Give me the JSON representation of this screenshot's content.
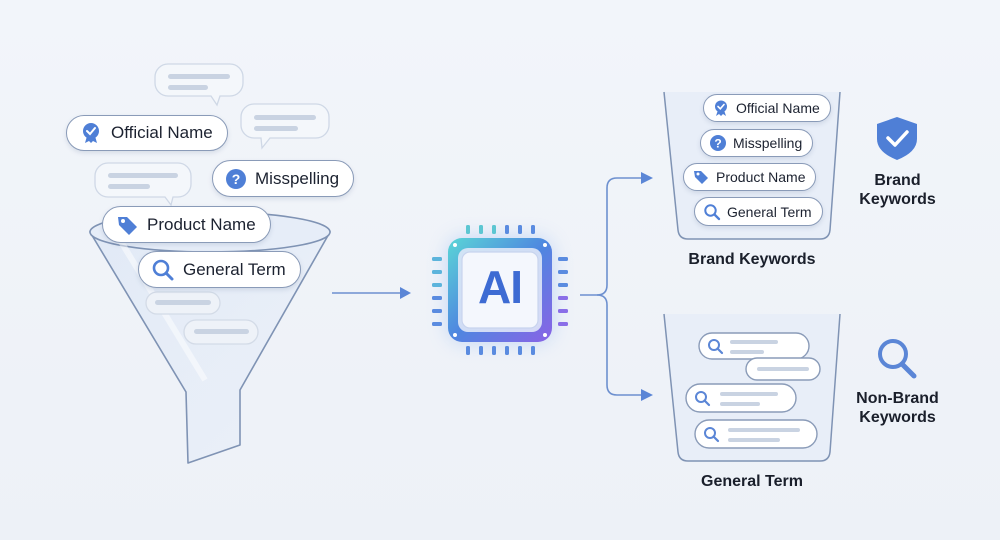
{
  "funnel": {
    "input_tags": [
      {
        "label": "Official Name",
        "icon": "badge-check-icon"
      },
      {
        "label": "Misspelling",
        "icon": "question-circle-icon"
      },
      {
        "label": "Product Name",
        "icon": "tag-icon"
      },
      {
        "label": "General Term",
        "icon": "search-icon"
      }
    ]
  },
  "processor": {
    "label": "AI"
  },
  "outputs": {
    "brand": {
      "bucket_label": "Brand Keywords",
      "items": [
        {
          "label": "Official Name",
          "icon": "badge-check-icon"
        },
        {
          "label": "Misspelling",
          "icon": "question-circle-icon"
        },
        {
          "label": "Product Name",
          "icon": "tag-icon"
        },
        {
          "label": "General Term",
          "icon": "search-icon"
        }
      ],
      "side_label_line1": "Brand",
      "side_label_line2": "Keywords",
      "side_icon": "shield-check-icon"
    },
    "nonbrand": {
      "bucket_label": "General Term",
      "side_label_line1": "Non-Brand",
      "side_label_line2": "Keywords",
      "side_icon": "search-icon"
    }
  },
  "colors": {
    "accent": "#4f7fd6",
    "outline": "#8a9bb8",
    "background": "#eef2f8",
    "placeholder": "#c9d3e2",
    "chip_teal": "#4fd0d8",
    "chip_purple": "#8a6ee8"
  }
}
